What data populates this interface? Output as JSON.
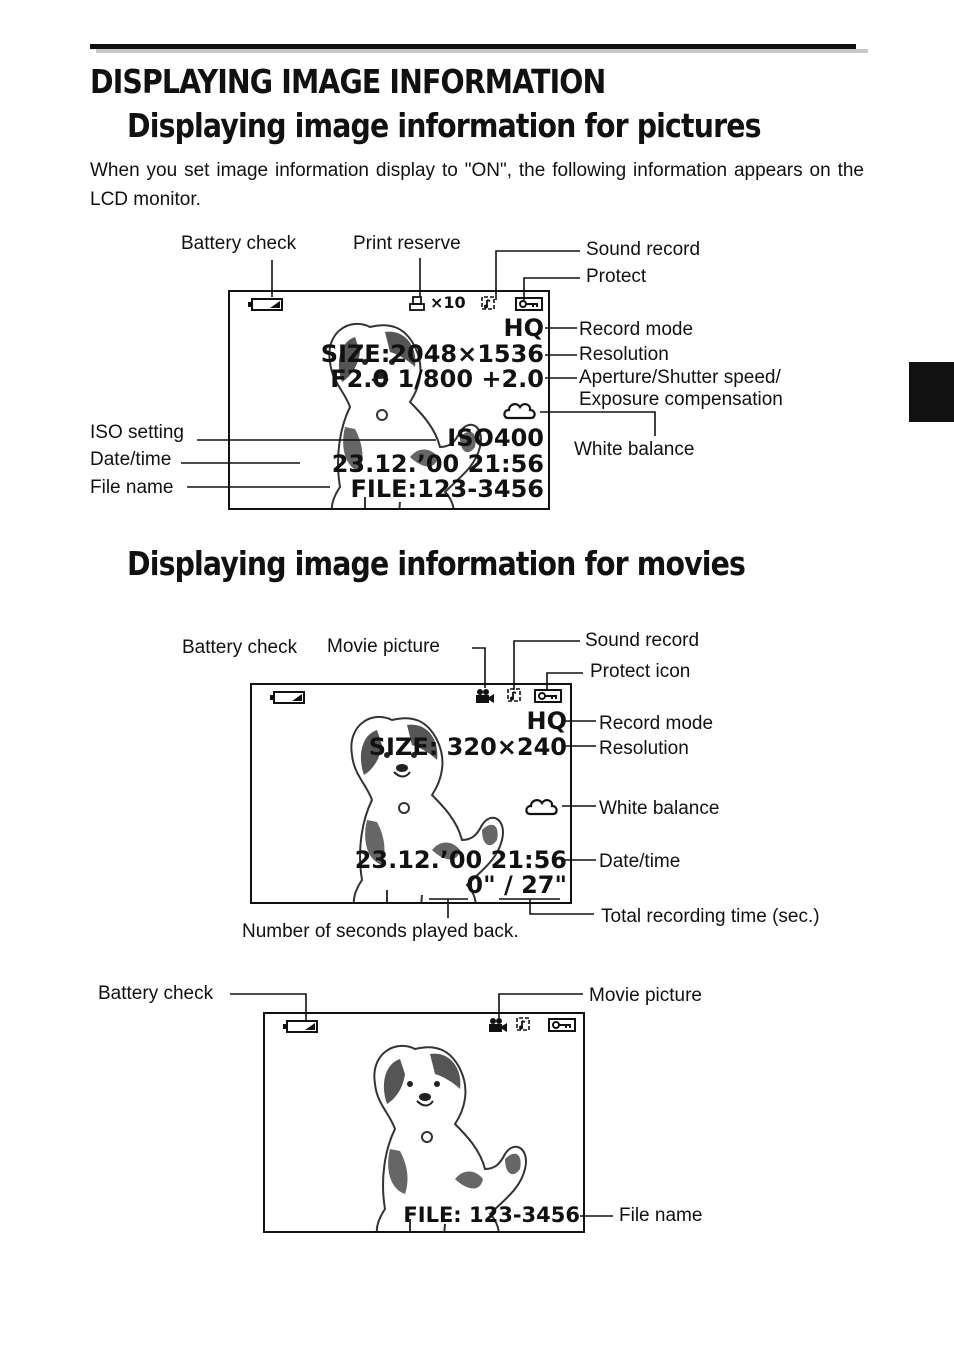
{
  "heading": {
    "title": "DISPLAYING IMAGE INFORMATION",
    "pictures_subtitle": "Displaying image information for pictures",
    "movies_subtitle": "Displaying image information for movies"
  },
  "intro": "When you set image information display to \"ON\", the following information appears on the LCD monitor.",
  "pictures": {
    "labels": {
      "battery": "Battery check",
      "print": "Print reserve",
      "sound": "Sound record",
      "protect": "Protect",
      "record_mode": "Record mode",
      "resolution": "Resolution",
      "aperture_1": "Aperture/Shutter speed/",
      "aperture_2": "Exposure compensation",
      "white_balance": "White balance",
      "iso": "ISO setting",
      "datetime": "Date/time",
      "filename": "File name"
    },
    "screen": {
      "print_count": "×10",
      "mode": "HQ",
      "size": "SIZE:2048×1536",
      "exposure": "F2.0  1/800  +2.0",
      "iso": "ISO400",
      "datetime": "23.12.’00  21:56",
      "file": "FILE:123-3456"
    }
  },
  "movies": {
    "labels": {
      "battery": "Battery check",
      "movie": "Movie picture",
      "sound": "Sound record",
      "protect": "Protect icon",
      "record_mode": "Record mode",
      "resolution": "Resolution",
      "white_balance": "White balance",
      "datetime": "Date/time",
      "total_time": "Total recording time (sec.)",
      "seconds_played": "Number of seconds played back."
    },
    "screen": {
      "mode": "HQ",
      "size": "SIZE: 320×240",
      "datetime": "23.12.’00  21:56",
      "time": "0\" / 27\""
    }
  },
  "movies2": {
    "labels": {
      "battery": "Battery check",
      "movie": "Movie picture",
      "filename": "File name"
    },
    "screen": {
      "file": "FILE: 123-3456"
    }
  },
  "icons": [
    "battery-icon",
    "print-icon",
    "sound-icon",
    "protect-key-icon",
    "cloud-icon",
    "movie-camera-icon",
    "dog-illustration"
  ]
}
